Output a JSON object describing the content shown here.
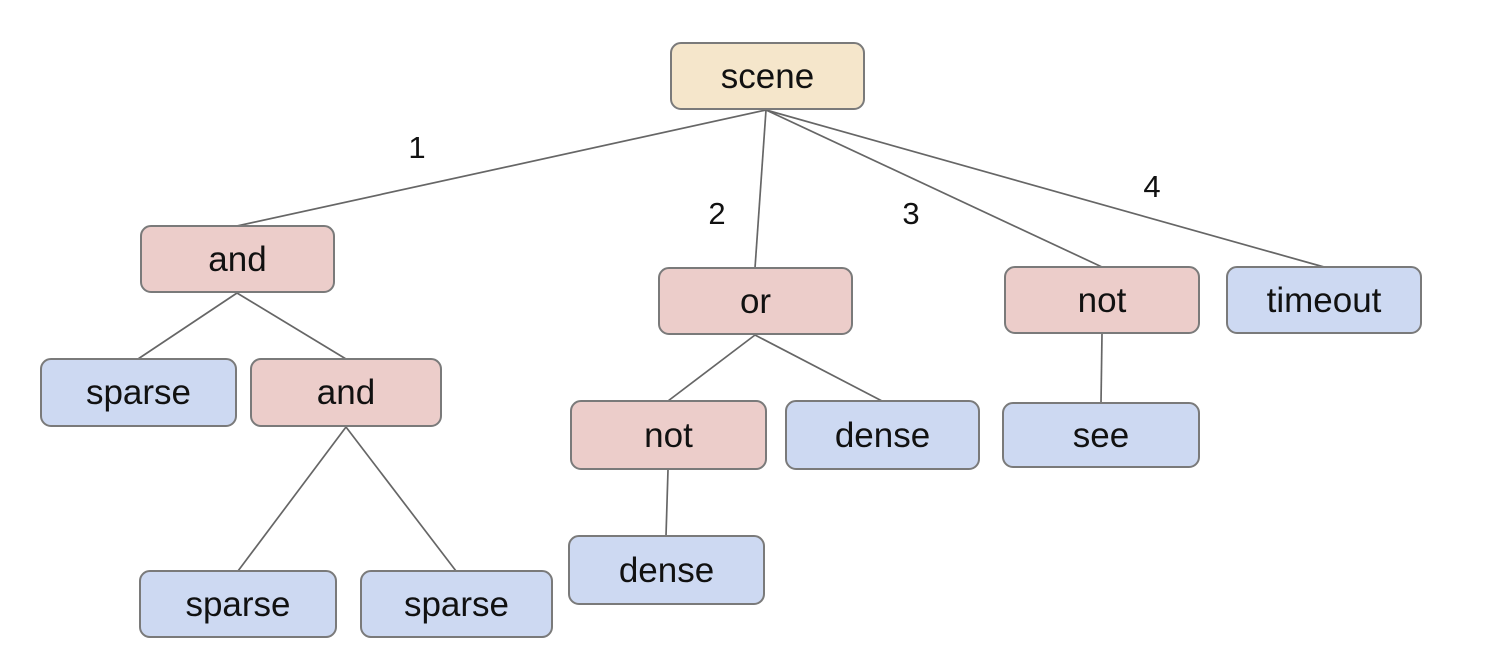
{
  "diagram": {
    "background": "#ffffff",
    "colors": {
      "root_fill": "#f5e6cb",
      "operator_fill": "#eccdca",
      "leaf_fill": "#cdd9f2",
      "node_border": "#7a7a7a",
      "edge_color": "#666666",
      "text_color": "#111111"
    },
    "nodes": {
      "scene": {
        "label": "scene",
        "kind": "root"
      },
      "and1": {
        "label": "and",
        "kind": "operator"
      },
      "or1": {
        "label": "or",
        "kind": "operator"
      },
      "not1": {
        "label": "not",
        "kind": "operator"
      },
      "timeout": {
        "label": "timeout",
        "kind": "leaf"
      },
      "sparse1": {
        "label": "sparse",
        "kind": "leaf"
      },
      "and2": {
        "label": "and",
        "kind": "operator"
      },
      "not2": {
        "label": "not",
        "kind": "operator"
      },
      "dense1": {
        "label": "dense",
        "kind": "leaf"
      },
      "see": {
        "label": "see",
        "kind": "leaf"
      },
      "dense2": {
        "label": "dense",
        "kind": "leaf"
      },
      "sparse2": {
        "label": "sparse",
        "kind": "leaf"
      },
      "sparse3": {
        "label": "sparse",
        "kind": "leaf"
      }
    },
    "edge_labels": {
      "branch1": "1",
      "branch2": "2",
      "branch3": "3",
      "branch4": "4"
    },
    "structure": {
      "scene": [
        "and1",
        "or1",
        "not1",
        "timeout"
      ],
      "and1": [
        "sparse1",
        "and2"
      ],
      "and2": [
        "sparse2",
        "sparse3"
      ],
      "or1": [
        "not2",
        "dense1"
      ],
      "not2": [
        "dense2"
      ],
      "not1": [
        "see"
      ]
    }
  }
}
